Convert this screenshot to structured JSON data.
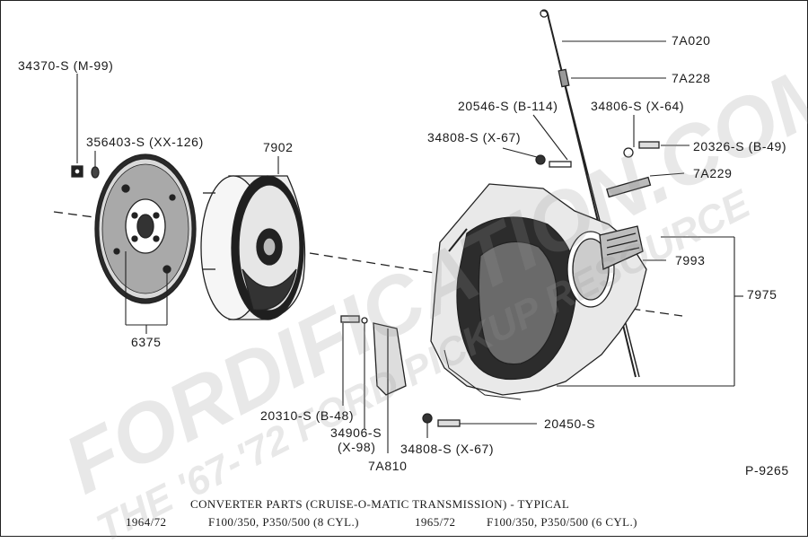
{
  "figure_id": "P-9265",
  "caption": {
    "title": "CONVERTER PARTS (CRUISE-O-MATIC TRANSMISSION) - TYPICAL",
    "line1_years": "1964/72",
    "line1_models": "F100/350, P350/500 (8 CYL.)",
    "line2_years": "1965/72",
    "line2_models": "F100/350, P350/500 (6 CYL.)"
  },
  "labels": {
    "p34370": "34370-S (M-99)",
    "p356403": "356403-S (XX-126)",
    "p7902": "7902",
    "p6375": "6375",
    "p7A020": "7A020",
    "p7A228": "7A228",
    "p20546": "20546-S (B-114)",
    "p34806": "34806-S (X-64)",
    "p34808_top": "34808-S (X-67)",
    "p20326": "20326-S (B-49)",
    "p7A229": "7A229",
    "p7993": "7993",
    "p7975": "7975",
    "p20310": "20310-S (B-48)",
    "p34906_a": "34906-S",
    "p34906_b": "(X-98)",
    "p7A810": "7A810",
    "p20450": "20450-S",
    "p34808_bottom": "34808-S (X-67)"
  },
  "watermark": {
    "main": "FORDIFICATION.COM",
    "sub": "THE '67-'72 FORD PICKUP RESOURCE"
  }
}
